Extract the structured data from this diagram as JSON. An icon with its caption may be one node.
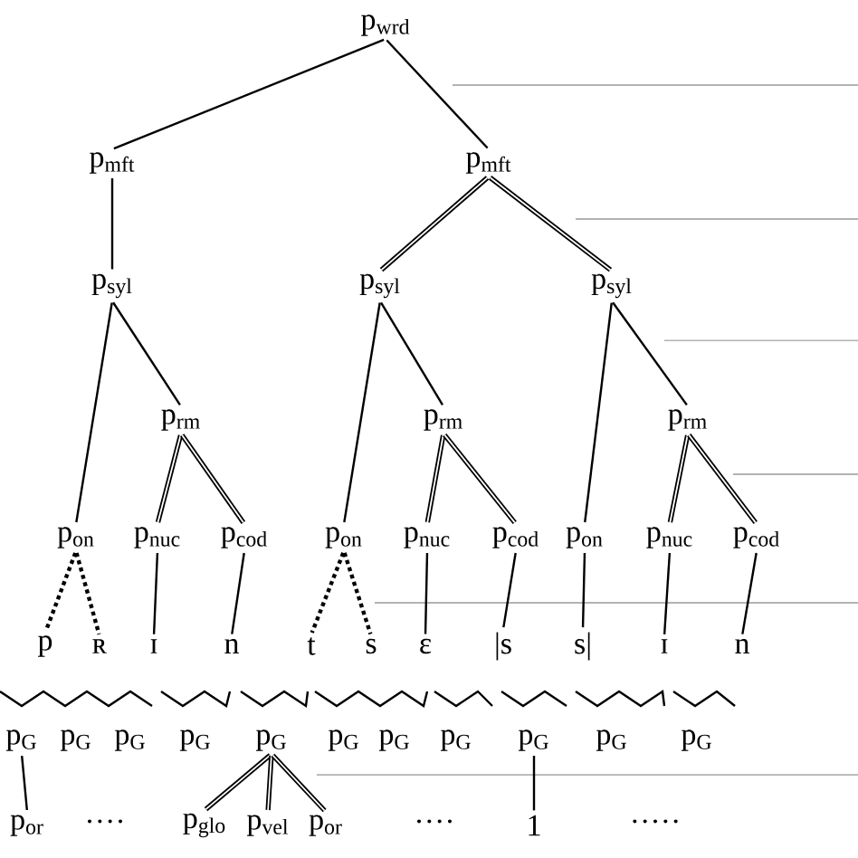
{
  "diagram": {
    "nodes": [
      {
        "text": [
          "p$_{wrd}$"
        ]
      },
      {
        "text": [
          "p$_{mft}$"
        ]
      },
      {
        "text": [
          "p$_{mft}$"
        ]
      },
      {
        "text": [
          "p$_{syl}$"
        ]
      },
      {
        "text": [
          "p$_{syl}$"
        ]
      },
      {
        "text": [
          "p$_{syl}$"
        ]
      },
      {
        "text": [
          "p$_{rm}$"
        ]
      },
      {
        "text": [
          "p$_{rm}$"
        ]
      },
      {
        "text": [
          "p$_{rm}$"
        ]
      },
      {
        "text": [
          "p$_{on}$"
        ]
      },
      {
        "text": [
          "p$_{nuc}$"
        ]
      },
      {
        "text": [
          "p$_{cod}$"
        ]
      },
      {
        "text": [
          "p$_{on}$"
        ]
      },
      {
        "text": [
          "p$_{nuc}$"
        ]
      },
      {
        "text": [
          "p$_{cod}$"
        ]
      },
      {
        "text": [
          "p$_{on}$"
        ]
      },
      {
        "text": [
          "p$_{nuc}$"
        ]
      },
      {
        "text": [
          "p$_{cod}$"
        ]
      },
      {
        "text": [
          "p"
        ]
      },
      {
        "text": [
          "ʀ"
        ]
      },
      {
        "text": [
          "ɪ"
        ]
      },
      {
        "text": [
          "n"
        ]
      },
      {
        "text": [
          "t"
        ]
      },
      {
        "text": [
          "s"
        ]
      },
      {
        "text": [
          "ɛ"
        ]
      },
      {
        "text": [
          "|s"
        ]
      },
      {
        "text": [
          "s|"
        ]
      },
      {
        "text": [
          "ɪ"
        ]
      },
      {
        "text": [
          "n"
        ]
      },
      {
        "text": [
          "p$_{G}$"
        ]
      },
      {
        "text": [
          "p$_{G}$"
        ]
      },
      {
        "text": [
          "p$_{G}$"
        ]
      },
      {
        "text": [
          "p$_{G}$"
        ]
      },
      {
        "text": [
          "p$_{G}$"
        ]
      },
      {
        "text": [
          "p$_{G}$"
        ]
      },
      {
        "text": [
          "p$_{G}$"
        ]
      },
      {
        "text": [
          "p$_{G}$"
        ]
      },
      {
        "text": [
          "p$_{G}$"
        ]
      },
      {
        "text": [
          "p$_{G}$"
        ]
      },
      {
        "text": [
          "p$_{G}$"
        ]
      },
      {
        "text": [
          "p$_{or}$"
        ]
      },
      {
        "text": [
          "p$_{glo}$"
        ]
      },
      {
        "text": [
          "p$_{vel}$"
        ]
      },
      {
        "text": [
          "p$_{or}$"
        ]
      },
      {
        "text": [
          "1"
        ]
      }
    ],
    "edges": [
      {
        "from": 0,
        "to": 1,
        "arrow": "none"
      },
      {
        "from": 0,
        "to": 2,
        "arrow": "none"
      },
      {
        "from": 1,
        "to": 3,
        "arrow": "none"
      },
      {
        "from": 2,
        "to": 4,
        "arrow": "none",
        "style": "thick"
      },
      {
        "from": 2,
        "to": 5,
        "arrow": "none",
        "style": "thick"
      },
      {
        "from": 3,
        "to": 9,
        "arrow": "none"
      },
      {
        "from": 3,
        "to": 6,
        "arrow": "none"
      },
      {
        "from": 4,
        "to": 12,
        "arrow": "none"
      },
      {
        "from": 4,
        "to": 7,
        "arrow": "none"
      },
      {
        "from": 5,
        "to": 15,
        "arrow": "none"
      },
      {
        "from": 5,
        "to": 8,
        "arrow": "none"
      },
      {
        "from": 6,
        "to": 10,
        "arrow": "none",
        "style": "thick"
      },
      {
        "from": 6,
        "to": 11,
        "arrow": "none",
        "style": "thick"
      },
      {
        "from": 7,
        "to": 13,
        "arrow": "none",
        "style": "thick"
      },
      {
        "from": 7,
        "to": 14,
        "arrow": "none",
        "style": "thick"
      },
      {
        "from": 8,
        "to": 16,
        "arrow": "none",
        "style": "thick"
      },
      {
        "from": 8,
        "to": 17,
        "arrow": "none",
        "style": "thick"
      },
      {
        "from": 9,
        "to": 18,
        "arrow": "none",
        "style": "dashed"
      },
      {
        "from": 9,
        "to": 19,
        "arrow": "none",
        "style": "dashed"
      },
      {
        "from": 10,
        "to": 20,
        "arrow": "none"
      },
      {
        "from": 11,
        "to": 21,
        "arrow": "none"
      },
      {
        "from": 12,
        "to": 22,
        "arrow": "none",
        "style": "dashed"
      },
      {
        "from": 12,
        "to": 23,
        "arrow": "none",
        "style": "dashed"
      },
      {
        "from": 13,
        "to": 24,
        "arrow": "none"
      },
      {
        "from": 14,
        "to": 25,
        "arrow": "none"
      },
      {
        "from": 15,
        "to": 26,
        "arrow": "none"
      },
      {
        "from": 16,
        "to": 27,
        "arrow": "none"
      },
      {
        "from": 17,
        "to": 28,
        "arrow": "none"
      },
      {
        "from": 29,
        "to": 40,
        "arrow": "none"
      },
      {
        "from": 33,
        "to": 41,
        "arrow": "none",
        "style": "thick"
      },
      {
        "from": 33,
        "to": 42,
        "arrow": "none",
        "style": "thick"
      },
      {
        "from": 33,
        "to": 43,
        "arrow": "none",
        "style": "thick"
      },
      {
        "from": 37,
        "to": 44,
        "arrow": "none"
      }
    ],
    "labels": [
      "····",
      "····",
      "·····"
    ]
  }
}
